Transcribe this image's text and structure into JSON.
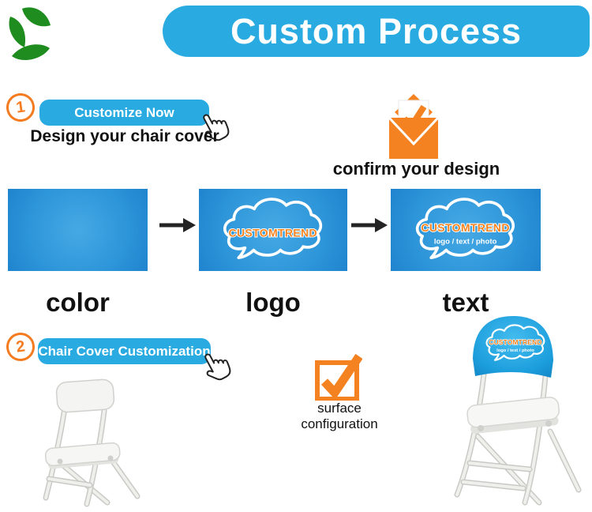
{
  "header": {
    "title": "Custom Process"
  },
  "brand": {
    "name": "CUSTOMTREND",
    "tagline": "logo / text / photo"
  },
  "steps": [
    {
      "number": "1",
      "button_label": "Customize Now",
      "caption": "Design your chair cover"
    },
    {
      "number": "2",
      "button_label": "Chair Cover Customization"
    }
  ],
  "confirm": {
    "label": "confirm your design"
  },
  "swatches": {
    "labels": [
      "color",
      "logo",
      "text"
    ]
  },
  "surface": {
    "label": "surface configuration"
  },
  "icons": {
    "logo": "green-leaves-logo",
    "cursor": "hand-cursor",
    "envelope": "envelope-check",
    "checkbox": "checkbox-check",
    "arrow": "arrow-right"
  },
  "colors": {
    "accent_blue": "#29abe2",
    "orange": "#f58220",
    "orange_dark": "#f47b20",
    "green": "#1f8c1f",
    "swatch_inner": "#46a9e4",
    "swatch_outer": "#1f84ce"
  }
}
